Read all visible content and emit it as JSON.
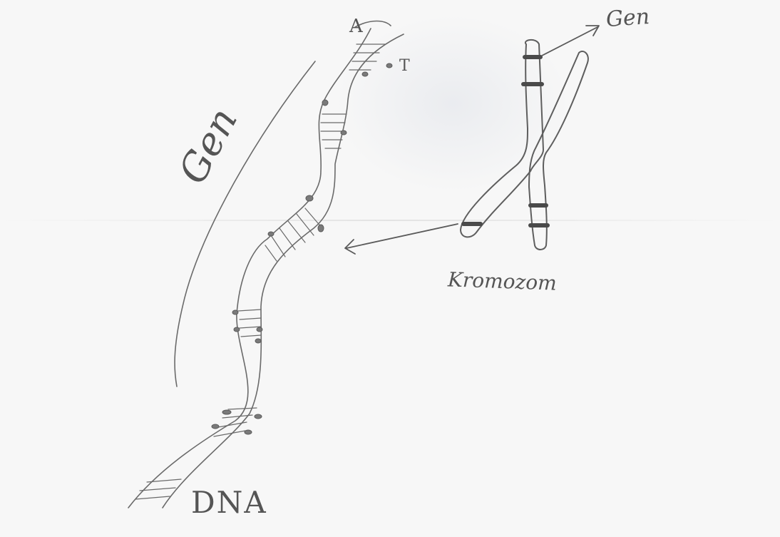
{
  "labels": {
    "gen_top": "Gen",
    "gen_left": "Gen",
    "dna": "DNA",
    "kromozom": "Kromozom",
    "base_a": "A",
    "base_t": "T"
  },
  "colors": {
    "paper": "#f7f7f7",
    "pencil": "#6a6a6a",
    "pencil_dark": "#4a4a4a"
  }
}
